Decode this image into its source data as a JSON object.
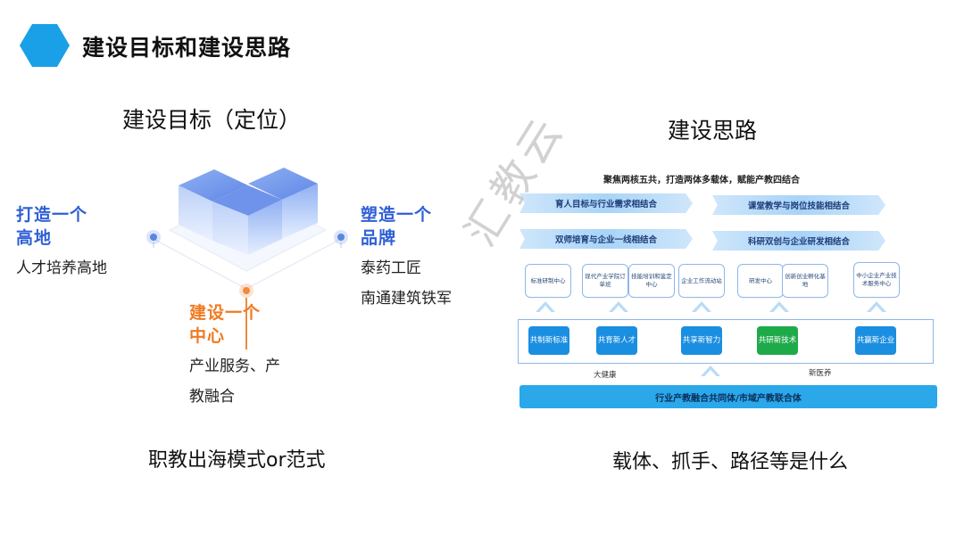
{
  "header": {
    "title": "建设目标和建设思路"
  },
  "left": {
    "title": "建设目标（定位）",
    "goal1": {
      "line1": "打造一个",
      "line2": "高地",
      "desc": "人才培养高地"
    },
    "goal2": {
      "line1": "塑造一个",
      "line2": "品牌",
      "desc1": "泰药工匠",
      "desc2": "南通建筑铁军"
    },
    "goal3": {
      "line1": "建设一个",
      "line2": "中心",
      "desc1": "产业服务、产",
      "desc2": "教融合"
    },
    "question": "职教出海模式or范式"
  },
  "right": {
    "title": "建设思路",
    "diagram": {
      "headline": "聚焦两核五共，打造两体多载体，赋能产教四结合",
      "banners": [
        "育人目标与行业需求相结合",
        "课堂教学与岗位技能相结合",
        "双师培育与企业一线相结合",
        "科研双创与企业研发相结合"
      ],
      "nodes": [
        "标准研制中心",
        "现代产业学院订单班",
        "技能培训和鉴定中心",
        "企业工作流动站",
        "研发中心",
        "创新创业孵化基地",
        "中小企业产业技术服务中心"
      ],
      "buttons": [
        "共制新标准",
        "共育新人才",
        "共享新智力",
        "共研新技术",
        "共赢新企业"
      ],
      "label_left": "大健康",
      "label_right": "新医养",
      "bottom_bar": "行业产教融合共同体/市域产教联合体"
    },
    "question": "载体、抓手、路径等是什么"
  },
  "watermark": "汇教云",
  "colors": {
    "accent": "#1aa0e6",
    "blue_head": "#2e5fd6",
    "orange_head": "#f07a22",
    "button": "#1a8ee0",
    "button_green": "#1faa4a"
  }
}
